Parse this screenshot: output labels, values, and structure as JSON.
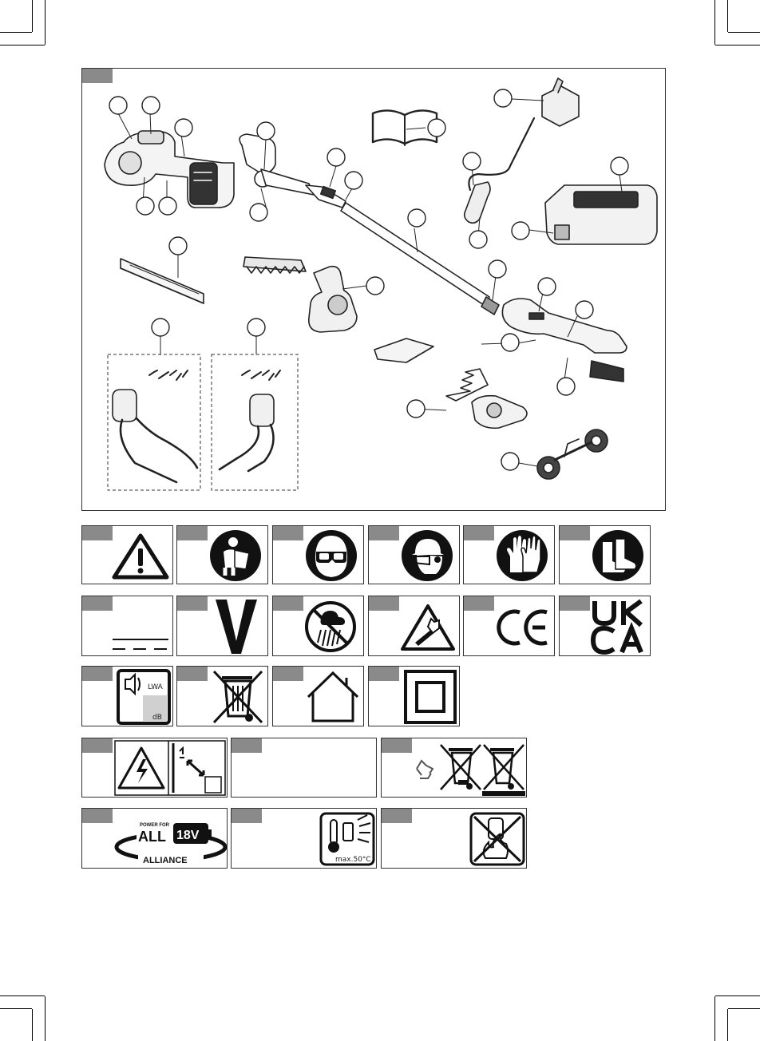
{
  "symbols": {
    "db_label": "dB",
    "lwa_label": "LWA",
    "power_for": "POWER FOR",
    "all": "ALL",
    "volt": "18V",
    "alliance": "ALLIANCE",
    "max_temp": "max.50°C"
  },
  "colors": {
    "tag_gray": "#8a8a8a",
    "ink": "#111111",
    "light_gray": "#d0d0d0"
  }
}
